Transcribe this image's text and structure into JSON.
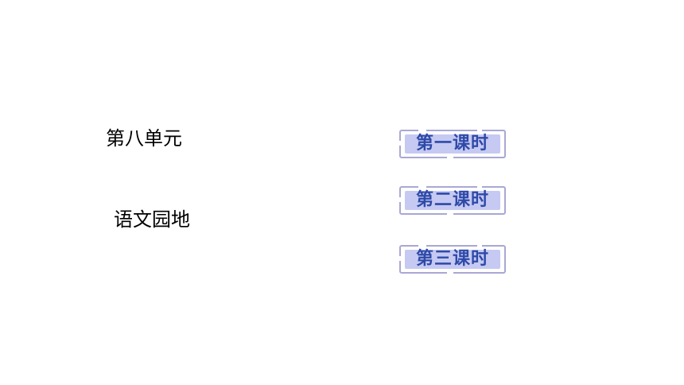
{
  "slide": {
    "unit_title": "第八单元",
    "topic_title": "语文园地"
  },
  "lessons": [
    {
      "label": "第一课时"
    },
    {
      "label": "第二课时"
    },
    {
      "label": "第三课时"
    }
  ],
  "colors": {
    "button_fill": "#c6c9f2",
    "button_frame": "#a8a8d4",
    "button_text": "#2e4aa8",
    "title_text": "#000000"
  }
}
